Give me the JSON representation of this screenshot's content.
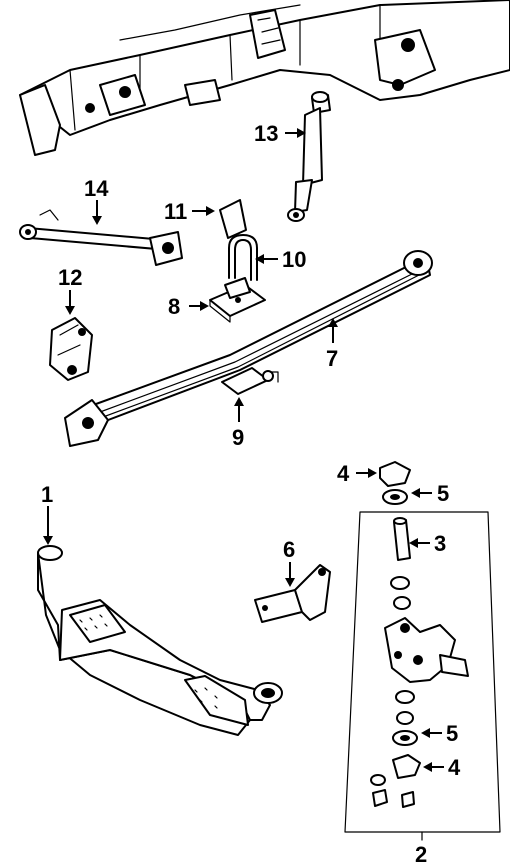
{
  "diagram": {
    "callouts": {
      "c1": "1",
      "c2": "2",
      "c3": "3",
      "c4a": "4",
      "c4b": "4",
      "c5a": "5",
      "c5b": "5",
      "c6": "6",
      "c7": "7",
      "c8": "8",
      "c9": "9",
      "c10": "10",
      "c11": "11",
      "c12": "12",
      "c13": "13",
      "c14": "14"
    }
  }
}
